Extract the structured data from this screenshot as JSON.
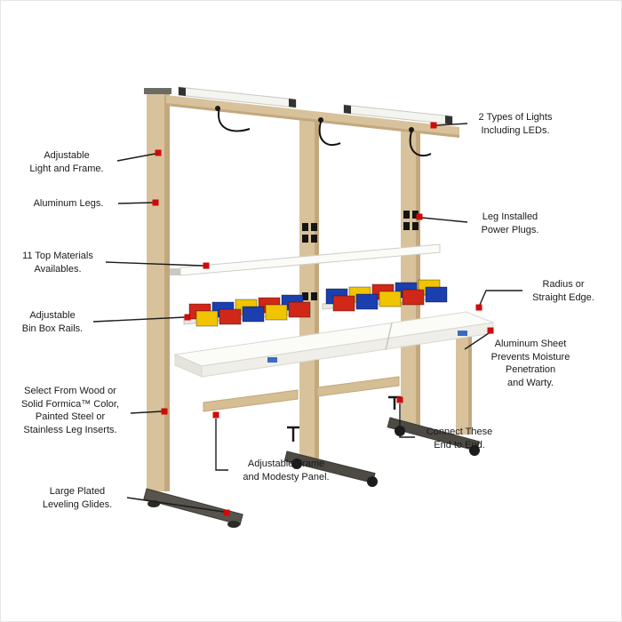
{
  "callouts": [
    {
      "id": "adjustable-light-frame",
      "label": "Adjustable\nLight and Frame."
    },
    {
      "id": "aluminum-legs",
      "label": "Aluminum Legs."
    },
    {
      "id": "top-materials",
      "label": "11 Top Materials\nAvailables."
    },
    {
      "id": "bin-box-rails",
      "label": "Adjustable\nBin Box Rails."
    },
    {
      "id": "leg-inserts",
      "label": "Select From Wood or\nSolid Formica™ Color,\nPainted Steel or\nStainless Leg Inserts."
    },
    {
      "id": "leveling-glides",
      "label": "Large Plated\nLeveling Glides."
    },
    {
      "id": "two-types-of-lights",
      "label": "2 Types of Lights\nIncluding LEDs."
    },
    {
      "id": "power-plugs",
      "label": "Leg Installed\nPower Plugs."
    },
    {
      "id": "edge-options",
      "label": "Radius or\nStraight Edge."
    },
    {
      "id": "aluminum-sheet",
      "label": "Aluminum Sheet\nPrevents Moisture Penetration\nand Warty."
    },
    {
      "id": "connect-end-to-end",
      "label": "Connect These\nEnd to End."
    },
    {
      "id": "frame-modesty-panel",
      "label": "Adjustable Frame\nand Modesty Panel."
    }
  ],
  "colors": {
    "frame_tan": "#d8c29b",
    "frame_tan_dark": "#c3a87e",
    "surface_white": "#fbfbf8",
    "surface_edge": "#efeee8",
    "bin_red": "#d02818",
    "bin_blue": "#1b3fae",
    "bin_yellow": "#f0c400",
    "marker_red": "#cf0a0a",
    "leader_line": "#1c1c1c",
    "foot_dark": "#4d4a44",
    "sticker_blue": "#3a6bc4"
  }
}
